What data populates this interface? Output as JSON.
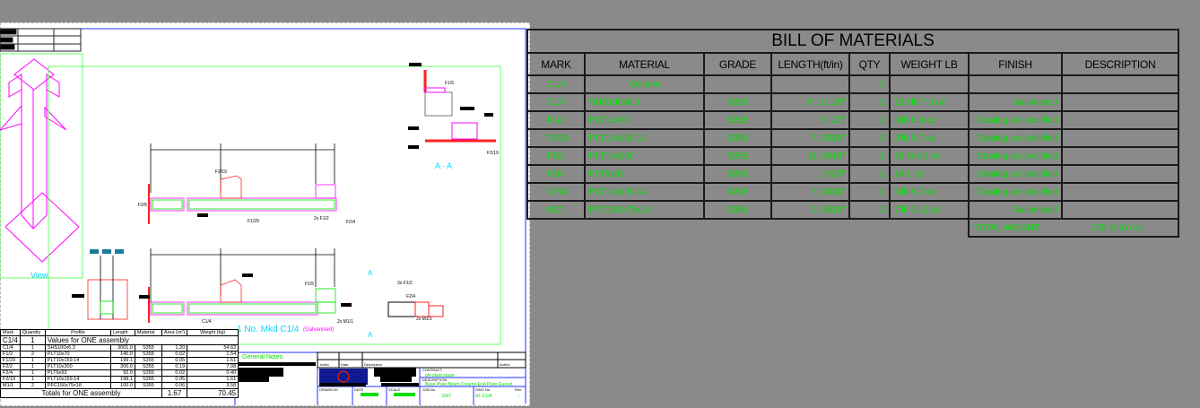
{
  "bom": {
    "title": "BILL OF MATERIALS",
    "headers": [
      "MARK",
      "MATERIAL",
      "GRADE",
      "LENGTH(ft/in)",
      "QTY",
      "WEIGHT LB",
      "FINISH",
      "DESCRIPTION"
    ],
    "assembly_row": {
      "mark": "C1/4",
      "material": "Column",
      "qty": "1"
    },
    "rows": [
      {
        "mark": "C1/4",
        "material": "SHS100x6.3",
        "grade": "S355",
        "length": "9' 10 1/8\"",
        "qty": "1",
        "weight": "120 lb 7.9 oz",
        "finish": "Galvanised",
        "description": ""
      },
      {
        "mark": "F1/2",
        "material": "PLT10x70",
        "grade": "S355",
        "length": "5 1/2\"",
        "qty": "2",
        "weight": "3 lb 6.3 oz",
        "finish": "Coating as specified",
        "description": ""
      },
      {
        "mark": "F1/29",
        "material": "PLT10x159.14",
        "grade": "S355",
        "length": "7 13/16\"",
        "qty": "1",
        "weight": "3 lb 8.7 oz",
        "finish": "Coating as specified",
        "description": ""
      },
      {
        "mark": "F2/2",
        "material": "PLT10x300",
        "grade": "S355",
        "length": "11 13/16\"",
        "qty": "1",
        "weight": "15 lb 9.2 oz",
        "finish": "Coating as specified",
        "description": ""
      },
      {
        "mark": "F2/4",
        "material": "PLT6x92",
        "grade": "S355",
        "length": "3 5/8\"",
        "qty": "1",
        "weight": "14.1 oz",
        "finish": "Coating as specified",
        "description": ""
      },
      {
        "mark": "F2/19",
        "material": "PLT10x159.14",
        "grade": "S355",
        "length": "7 13/16\"",
        "qty": "1",
        "weight": "3 lb 8.7 oz",
        "finish": "Coating as specified",
        "description": ""
      },
      {
        "mark": "M1/1",
        "material": "PFC150x75x18",
        "grade": "S355",
        "length": "3 15/16\"",
        "qty": "2",
        "weight": "7 lb 14.3 oz",
        "finish": "Galvanised",
        "description": ""
      }
    ],
    "total_label": "TOTAL WEIGHT:",
    "total_value": "155 lb 5.0 oz"
  },
  "parts_list": {
    "headers": [
      "Mark",
      "Quantity",
      "Profile",
      "Length",
      "Material",
      "Area (m²)",
      "Weight (kg)"
    ],
    "assembly": {
      "mark": "C1/4",
      "qty": "1",
      "label": "Values for ONE assembly"
    },
    "rows": [
      {
        "mark": "C1/4",
        "qty": "1",
        "profile": "SHS100x6.3",
        "length": "3001.0",
        "material": "S355",
        "area": "1.20",
        "weight": "54.63"
      },
      {
        "mark": "F1/2",
        "qty": "2",
        "profile": "PLT10x70",
        "length": "140.0",
        "material": "S355",
        "area": "0.02",
        "weight": "1.54"
      },
      {
        "mark": "F1/29",
        "qty": "1",
        "profile": "PLT10x159.14",
        "length": "199.1",
        "material": "S355",
        "area": "0.05",
        "weight": "1.61"
      },
      {
        "mark": "F2/2",
        "qty": "1",
        "profile": "PLT10x300",
        "length": "300.0",
        "material": "S355",
        "area": "0.19",
        "weight": "7.08"
      },
      {
        "mark": "F2/4",
        "qty": "1",
        "profile": "PLT6x92",
        "length": "92.0",
        "material": "S355",
        "area": "0.02",
        "weight": "0.40"
      },
      {
        "mark": "F2/19",
        "qty": "1",
        "profile": "PLT10x159.14",
        "length": "199.1",
        "material": "S355",
        "area": "0.05",
        "weight": "1.61"
      },
      {
        "mark": "M1/1",
        "qty": "2",
        "profile": "PFC150x75x18",
        "length": "100.0",
        "material": "S355",
        "area": "0.06",
        "weight": "3.58"
      }
    ],
    "totals_label": "Totals for ONE assembly",
    "totals_area": "1.67",
    "totals_weight": "70.45"
  },
  "drawing": {
    "assembly_title": "1 No. Mkd C1/4",
    "finish_note": "(Galvanised)",
    "section_label": "A - A",
    "view_label": "View",
    "section_marker": "A",
    "callouts": [
      "F2/19",
      "F1/29",
      "F2/5",
      "2x F1/2",
      "F2/4",
      "F1/5",
      "C1/4",
      "2x M1/1",
      "F1/5",
      "F2/19",
      "3x F1/2",
      "F2/4",
      "2x M1/1"
    ]
  },
  "title_block": {
    "general_notes": "General Notes",
    "revision_headers": [
      "Index",
      "Date",
      "Description",
      "Author"
    ],
    "contract_label": "CONTRACT",
    "contract_value": "pin plant  stage",
    "description_label": "DESCRIPTION",
    "description_value": "Base Plate,Beam,Column,End Plate,Gusset",
    "drawn_by_label": "DRAWN BY",
    "date_label": "DATE",
    "scale_label": "SCALE",
    "job_label": "JOB No.",
    "job_value": "3347",
    "dwg_label": "DWG No.",
    "dwg_value": "A1-C1/4",
    "rev_label": "Rev.",
    "rev_value": "-"
  },
  "colors": {
    "background": "#8a8a8a",
    "cad_green": "#00e000",
    "magenta": "#ff00ff",
    "red": "#ff2020",
    "cyan": "#00d8ff",
    "blue": "#2030ff"
  }
}
